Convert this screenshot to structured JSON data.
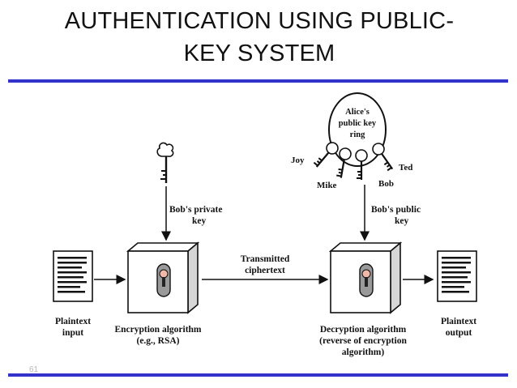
{
  "slide": {
    "title_line1": "AUTHENTICATION USING PUBLIC-",
    "title_line2": "KEY SYSTEM",
    "page_number": "61",
    "accent_color": "#3333cc"
  },
  "diagram": {
    "keyring_label": [
      "Alice's",
      "public key",
      "ring"
    ],
    "keyring_names": [
      "Joy",
      "Mike",
      "Bob",
      "Ted"
    ],
    "private_key_label": [
      "Bob's private",
      "key"
    ],
    "public_key_label": [
      "Bob's public",
      "key"
    ],
    "transmit_label": [
      "Transmitted",
      "ciphertext"
    ],
    "plaintext_input_label": [
      "Plaintext",
      "input"
    ],
    "encryption_label": [
      "Encryption algorithm",
      "(e.g., RSA)"
    ],
    "decryption_label": [
      "Decryption algorithm",
      "(reverse of encryption",
      "algorithm)"
    ],
    "plaintext_output_label": [
      "Plaintext",
      "output"
    ]
  }
}
